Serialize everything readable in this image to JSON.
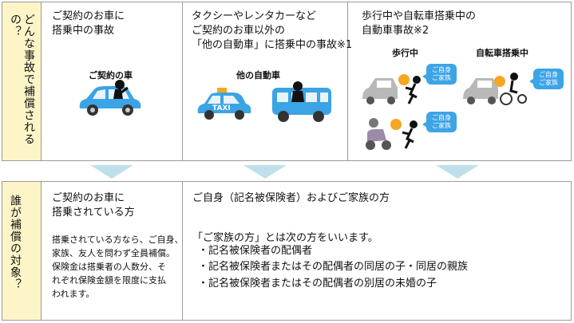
{
  "top": {
    "side_label": "どんな事故で補償されるの？",
    "col1": {
      "title_line1": "ご契約のお車に",
      "title_line2": "搭乗中の事故",
      "car_label": "ご契約の車"
    },
    "col2": {
      "title_line1": "タクシーやレンタカーなど",
      "title_line2": "ご契約のお車以外の",
      "title_line3": "「他の自動車」に搭乗中の事故※1",
      "car_label": "他の自動車",
      "taxi_sign": "TAXI"
    },
    "col3": {
      "title_line1": "歩行中や自転車搭乗中の",
      "title_line2": "自動車事故※2",
      "walk_label": "歩行中",
      "bike_label": "自転車搭乗中",
      "bubble_line1": "ご自身",
      "bubble_line2": "ご家族"
    }
  },
  "bottom": {
    "side_label": "誰が補償の対象？",
    "col1": {
      "title_line1": "ご契約のお車に",
      "title_line2": "搭乗されている方",
      "desc": [
        "搭乗されている方なら、ご自身、",
        "家族、友人を問わず全員補償。",
        "保険金は搭乗者の人数分、そ",
        "れぞれ保険金額を限度に支払",
        "われます。"
      ]
    },
    "col2": {
      "title": "ご自身（記名被保険者）およびご家族の方",
      "intro": "「ご家族の方」とは次の方をいいます。",
      "items": [
        "・記名被保険者の配偶者",
        "・記名被保険者またはその配偶者の同居の子・同居の親族",
        "・記名被保険者またはその配偶者の別居の未婚の子"
      ]
    }
  },
  "colors": {
    "side_bg": "#fdf5c8",
    "border": "#9a9a9a",
    "arrow": "#bfe0ea",
    "car_blue": "#3aa4e4",
    "bubble": "#3da4e6",
    "gray_car": "#b8b8b8"
  }
}
